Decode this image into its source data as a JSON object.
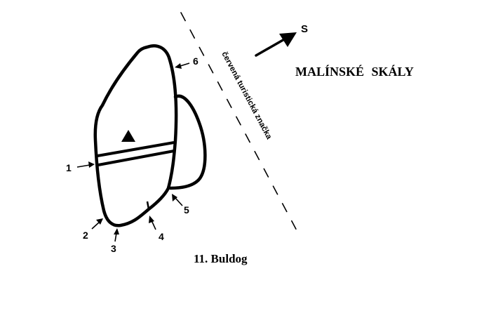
{
  "map": {
    "area_name": "MALÍNSKÉ SKÁLY",
    "caption": "11. Buldog",
    "north_label": "S",
    "trail_label": "červená turistická značka",
    "route_labels": [
      "1",
      "2",
      "3",
      "4",
      "5",
      "6"
    ],
    "colors": {
      "ink": "#000000",
      "background": "#ffffff"
    },
    "icons": {
      "summit": "triangle-icon",
      "orientation": "arrow-icon"
    }
  }
}
